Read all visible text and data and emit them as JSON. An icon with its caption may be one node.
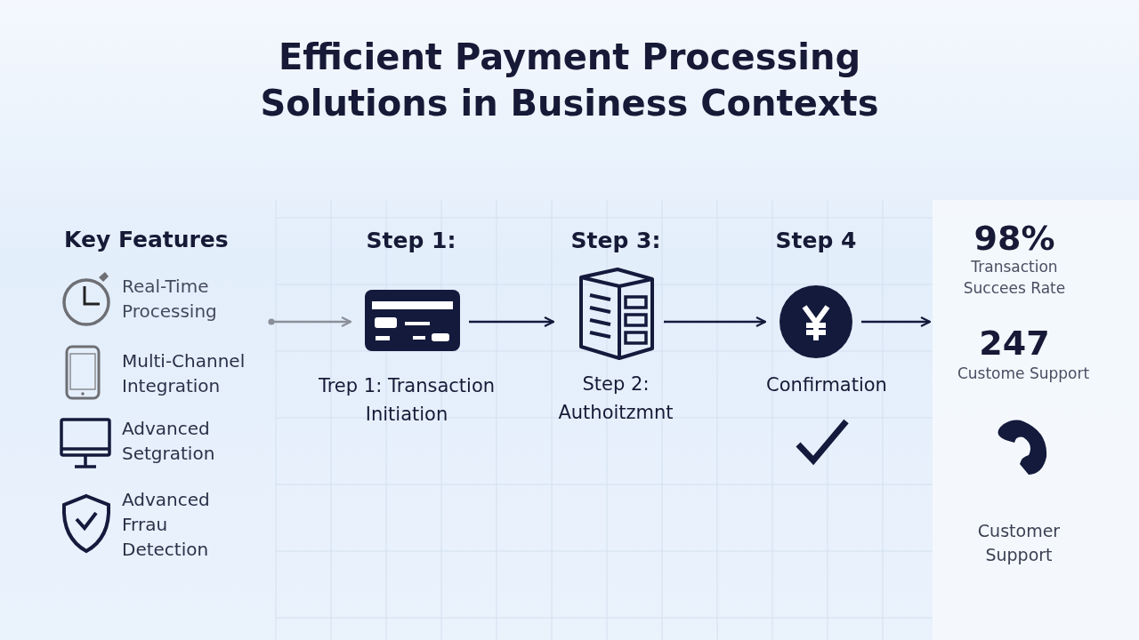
{
  "diagram": {
    "title": "Efficient Payment Processing Solutions in Business Contexts",
    "nodes": [
      {
        "text": [
          "Step 1:",
          "Trep 1: Transaction Initiation"
        ]
      },
      {
        "text": [
          "Step 3:",
          "Step 2: Authoitzmnt"
        ]
      },
      {
        "text": [
          "Step 4",
          "Confirmation"
        ]
      }
    ],
    "edges": [
      {
        "from": null,
        "to": 0,
        "arrow": "to",
        "color": "#8a8f99"
      },
      {
        "from": 0,
        "to": 1,
        "arrow": "to"
      },
      {
        "from": 1,
        "to": 2,
        "arrow": "to"
      },
      {
        "from": 2,
        "to": null,
        "arrow": "to"
      }
    ],
    "labels": [
      "Key Features",
      "Real-Time Processing",
      "Multi-Channel Integration",
      "Advanced Setgration",
      "Advanced Frrau Detection",
      "98%",
      "Transaction Succees Rate",
      "247",
      "Custome Support",
      "Customer Support"
    ]
  }
}
